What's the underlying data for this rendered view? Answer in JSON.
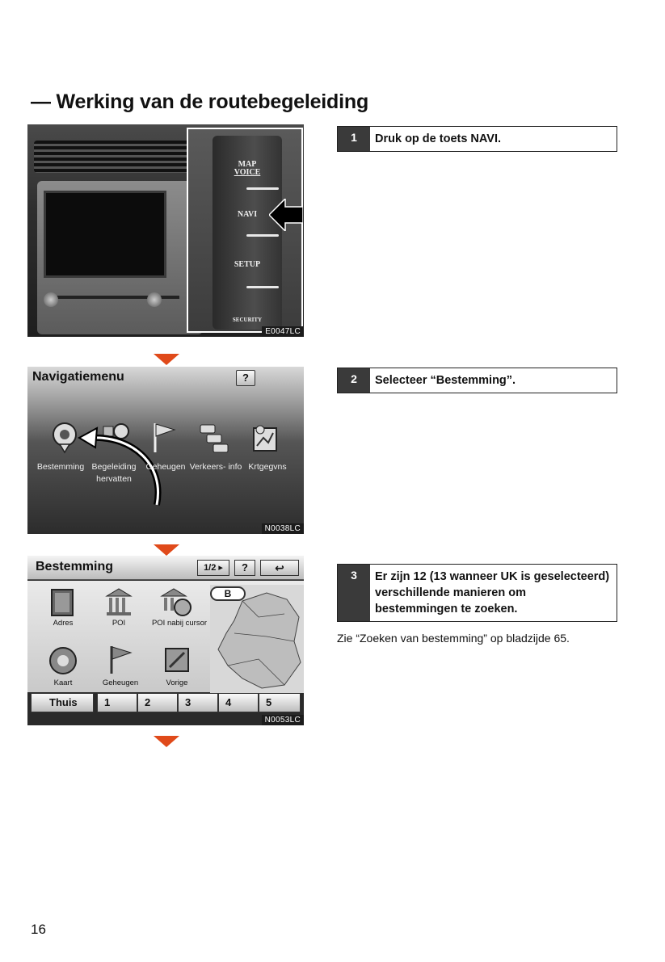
{
  "page": {
    "title": "— Werking van de routebegeleiding",
    "page_number": "16"
  },
  "figure1": {
    "keys": {
      "map": "MAP",
      "voice": "VOICE",
      "navi": "NAVI",
      "setup": "SETUP",
      "security": "SECURITY"
    },
    "code": "E0047LC"
  },
  "figure2": {
    "header": "Navigatiemenu",
    "help": "?",
    "items": [
      {
        "label": "Bestemming"
      },
      {
        "label": "Begeleiding hervatten"
      },
      {
        "label": "Geheugen"
      },
      {
        "label": "Verkeers- info"
      },
      {
        "label": "Krtgegvns"
      }
    ],
    "code": "N0038LC"
  },
  "figure3": {
    "header": "Bestemming",
    "page_indicator": "1/2 ▸",
    "help": "?",
    "back": "↩",
    "b_button": "B",
    "items": [
      {
        "label": "Adres"
      },
      {
        "label": "POI"
      },
      {
        "label": "POI nabij cursor"
      },
      {
        "label": "Kaart"
      },
      {
        "label": "Geheugen"
      },
      {
        "label": "Vorige"
      }
    ],
    "bottom": [
      "Thuis",
      "1",
      "2",
      "3",
      "4",
      "5"
    ],
    "code": "N0053LC"
  },
  "steps": [
    {
      "num": "1",
      "text": "Druk op de toets NAVI."
    },
    {
      "num": "2",
      "text": "Selecteer “Bestemming”."
    },
    {
      "num": "3",
      "text": "Er zijn 12 (13 wanneer UK is geselecteerd) verschillende manieren om bestemmingen te zoeken."
    }
  ],
  "note": "Zie “Zoeken van bestemming” op bladzijde 65.",
  "colors": {
    "arrow": "#e04a1a",
    "step_num_bg": "#3a3a3a"
  }
}
